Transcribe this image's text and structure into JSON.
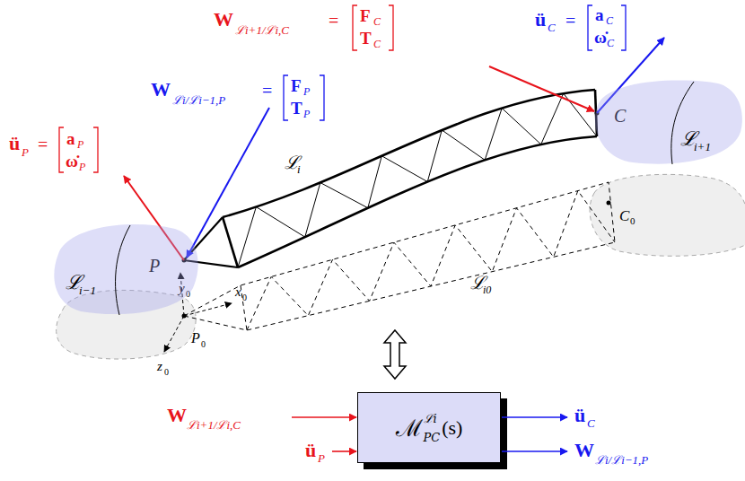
{
  "diagram": {
    "nodes": [
      {
        "text": [
          "ℒ",
          "i−1"
        ]
      },
      {
        "text": [
          "ℒ",
          "i+1"
        ]
      },
      {
        "text": [
          "ℳ",
          "ℒi",
          "PC",
          "(s)"
        ]
      }
    ],
    "labels": [
      "W",
      "ℒi+1/ℒi,C",
      "=",
      "F",
      "C",
      "T",
      "C",
      "ü",
      "C",
      "=",
      "a",
      "C",
      "ω̇",
      "C",
      "W",
      "ℒi/ℒi−1,P",
      "=",
      "F",
      "P",
      "T",
      "P",
      "ü",
      "P",
      "=",
      "a",
      "P",
      "ω̇",
      "P",
      "ℒ",
      "i",
      "P",
      "C",
      "C",
      "0",
      "y",
      "0",
      "x",
      "0",
      "P",
      "0",
      "z",
      "0",
      "ℒ",
      "i0",
      "W",
      "ℒi+1/ℒi,C",
      "ü",
      "P",
      "ü",
      "C",
      "W",
      "ℒi/ℒi−1,P"
    ]
  }
}
